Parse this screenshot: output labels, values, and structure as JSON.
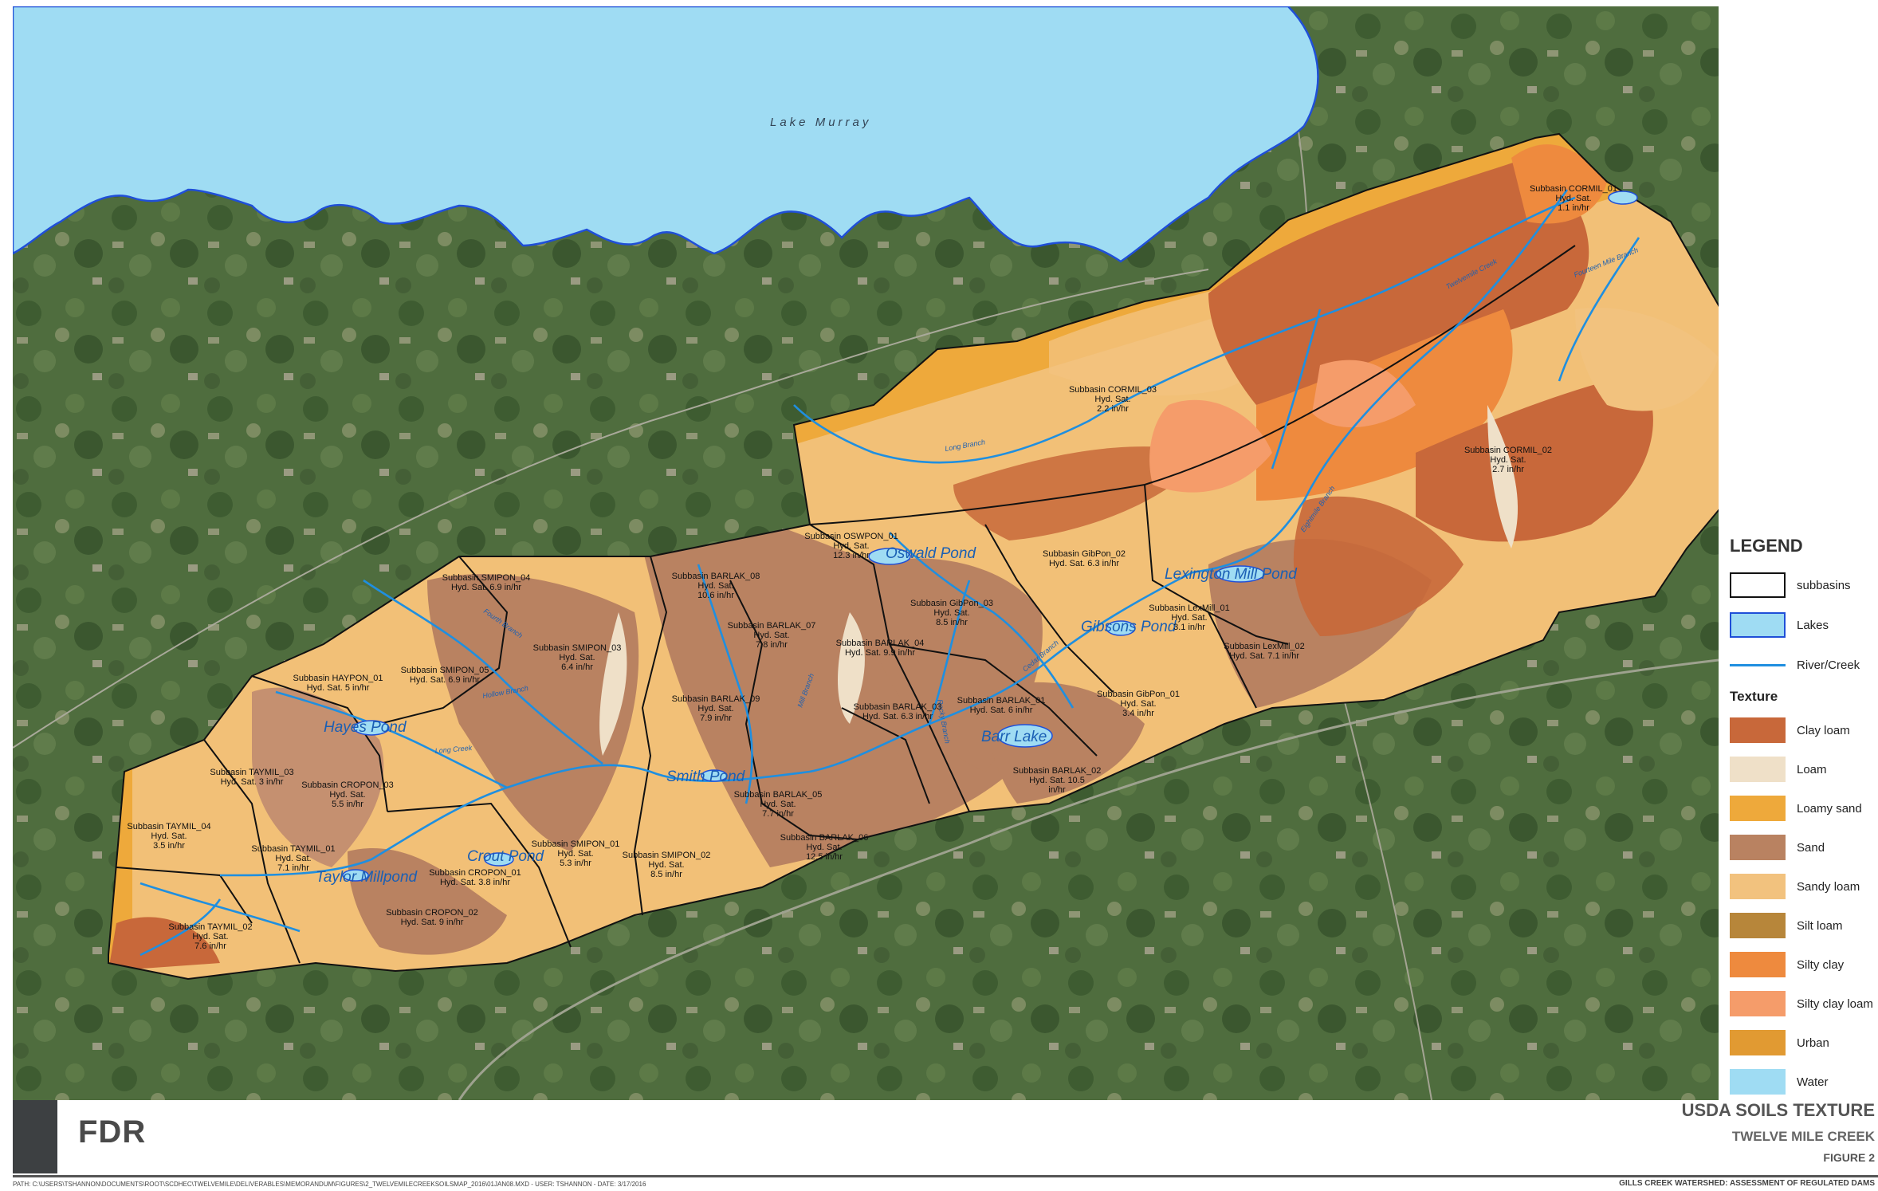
{
  "title_block": {
    "title": "USDA SOILS TEXTURE",
    "subtitle": "TWELVE MILE CREEK",
    "figure_number": "FIGURE 2",
    "logo_text": "FDR",
    "project": "GILLS CREEK WATERSHED: ASSESSMENT OF REGULATED DAMS",
    "path_note": "PATH: C:\\USERS\\TSHANNON\\DOCUMENTS\\ROOT\\SCDHEC\\TWELVEMILE\\DELIVERABLES\\MEMORANDUM\\FIGURES\\2_TWELVEMILECREEKSOILSMAP_2016\\01JAN08.MXD - USER: TSHANNON - DATE: 3/17/2016"
  },
  "legend": {
    "title": "LEGEND",
    "layers": [
      {
        "label": "subbasins",
        "fill": "#ffffff",
        "stroke": "#111111"
      },
      {
        "label": "Lakes",
        "fill": "#9fdcf3",
        "stroke": "#1f4fd8"
      },
      {
        "label": "River/Creek",
        "line": "#1f8fe0"
      }
    ],
    "texture_heading": "Texture",
    "textures": [
      {
        "label": "Clay loam",
        "color": "#c8683a"
      },
      {
        "label": "Loam",
        "color": "#efe0c8"
      },
      {
        "label": "Loamy sand",
        "color": "#eea93b"
      },
      {
        "label": "Sand",
        "color": "#b98261"
      },
      {
        "label": "Sandy loam",
        "color": "#f2c27e"
      },
      {
        "label": "Silt loam",
        "color": "#b7863a"
      },
      {
        "label": "Silty clay",
        "color": "#ee8a3e"
      },
      {
        "label": "Silty clay loam",
        "color": "#f59c6a"
      },
      {
        "label": "Urban",
        "color": "#e19a32"
      },
      {
        "label": "Water",
        "color": "#9fdcf3"
      }
    ]
  },
  "water_labels": {
    "lake_murray": "Lake Murray",
    "oswald": "Oswald Pond",
    "lexington_mill": "Lexington Mill Pond",
    "gibsons": "Gibsons Pond",
    "hayes": "Hayes Pond",
    "barr": "Barr Lake",
    "smith": "Smith Pond",
    "crout": "Crout Pond",
    "taylor": "Taylor Millpond"
  },
  "stream_labels": {
    "twelve_mile_creek": "Twelvemile Creek",
    "fourteen_mile": "Fourteen Mile Branch",
    "long_branch": "Long Branch",
    "eightmile": "Eightmile Branch",
    "fourth": "Fourth Branch",
    "hollow": "Hollow Branch",
    "cedar": "Cedar Branch",
    "rocky": "Rocky Branch",
    "mill": "Mill Branch",
    "long_creek": "Long Creek"
  },
  "subbasins": [
    {
      "id": "cormil01",
      "name": "Subbasin CORMIL_01",
      "hyd": "Hyd. Sat.",
      "rate": "1.1 in/hr"
    },
    {
      "id": "cormil03",
      "name": "Subbasin CORMIL_03",
      "hyd": "Hyd. Sat.",
      "rate": "2.2 in/hr"
    },
    {
      "id": "cormil02",
      "name": "Subbasin CORMIL_02",
      "hyd": "Hyd. Sat.",
      "rate": "2.7 in/hr"
    },
    {
      "id": "oswpon01",
      "name": "Subbasin OSWPON_01",
      "hyd": "Hyd. Sat.",
      "rate": "12.3 in/hr"
    },
    {
      "id": "gibpon02",
      "name": "Subbasin GibPon_02",
      "hyd": "Hyd. Sat. 6.3 in/hr",
      "rate": ""
    },
    {
      "id": "smipon04",
      "name": "Subbasin SMIPON_04",
      "hyd": "Hyd. Sat. 6.9 in/hr",
      "rate": ""
    },
    {
      "id": "barlak08",
      "name": "Subbasin BARLAK_08",
      "hyd": "Hyd. Sat.",
      "rate": "10.6 in/hr"
    },
    {
      "id": "gibpon03",
      "name": "Subbasin GibPon_03",
      "hyd": "Hyd. Sat.",
      "rate": "8.5 in/hr"
    },
    {
      "id": "lexmil01",
      "name": "Subbasin LexMill_01",
      "hyd": "Hyd. Sat.",
      "rate": "3.1 in/hr"
    },
    {
      "id": "lexmil02",
      "name": "Subbasin LexMill_02",
      "hyd": "Hyd. Sat. 7.1 in/hr",
      "rate": ""
    },
    {
      "id": "barlak07",
      "name": "Subbasin BARLAK_07",
      "hyd": "Hyd. Sat.",
      "rate": "7.8 in/hr"
    },
    {
      "id": "barlak04",
      "name": "Subbasin BARLAK_04",
      "hyd": "Hyd. Sat. 9.9 in/hr",
      "rate": ""
    },
    {
      "id": "smipon03",
      "name": "Subbasin SMIPON_03",
      "hyd": "Hyd. Sat.",
      "rate": "6.4 in/hr"
    },
    {
      "id": "smipon05",
      "name": "Subbasin SMIPON_05",
      "hyd": "Hyd. Sat. 6.9 in/hr",
      "rate": ""
    },
    {
      "id": "haypon01",
      "name": "Subbasin HAYPON_01",
      "hyd": "Hyd. Sat. 5 in/hr",
      "rate": ""
    },
    {
      "id": "barlak09",
      "name": "Subbasin BARLAK_09",
      "hyd": "Hyd. Sat.",
      "rate": "7.9 in/hr"
    },
    {
      "id": "barlak03",
      "name": "Subbasin BARLAK_03",
      "hyd": "Hyd. Sat. 6.3 in/hr",
      "rate": ""
    },
    {
      "id": "barlak01",
      "name": "Subbasin BARLAK_01",
      "hyd": "Hyd. Sat. 6 in/hr",
      "rate": ""
    },
    {
      "id": "gibpon01",
      "name": "Subbasin GibPon_01",
      "hyd": "Hyd. Sat.",
      "rate": "3.4 in/hr"
    },
    {
      "id": "taymil03",
      "name": "Subbasin TAYMIL_03",
      "hyd": "Hyd. Sat. 3 in/hr",
      "rate": ""
    },
    {
      "id": "cropon03",
      "name": "Subbasin CROPON_03",
      "hyd": "Hyd. Sat.",
      "rate": "5.5 in/hr"
    },
    {
      "id": "barlak02",
      "name": "Subbasin BARLAK_02",
      "hyd": "Hyd. Sat. 10.5",
      "rate": "in/hr"
    },
    {
      "id": "barlak05",
      "name": "Subbasin BARLAK_05",
      "hyd": "Hyd. Sat.",
      "rate": "7.7 in/hr"
    },
    {
      "id": "taymil04",
      "name": "Subbasin TAYMIL_04",
      "hyd": "Hyd. Sat.",
      "rate": "3.5 in/hr"
    },
    {
      "id": "taymil01",
      "name": "Subbasin TAYMIL_01",
      "hyd": "Hyd. Sat.",
      "rate": "7.1 in/hr"
    },
    {
      "id": "smipon01",
      "name": "Subbasin SMIPON_01",
      "hyd": "Hyd. Sat.",
      "rate": "5.3 in/hr"
    },
    {
      "id": "smipon02",
      "name": "Subbasin SMIPON_02",
      "hyd": "Hyd. Sat.",
      "rate": "8.5 in/hr"
    },
    {
      "id": "barlak06",
      "name": "Subbasin BARLAK_06",
      "hyd": "Hyd. Sat.",
      "rate": "12.5 in/hr"
    },
    {
      "id": "cropon01",
      "name": "Subbasin CROPON_01",
      "hyd": "Hyd. Sat. 3.8 in/hr",
      "rate": ""
    },
    {
      "id": "cropon02",
      "name": "Subbasin CROPON_02",
      "hyd": "Hyd. Sat. 9 in/hr",
      "rate": ""
    },
    {
      "id": "taymil02",
      "name": "Subbasin TAYMIL_02",
      "hyd": "Hyd. Sat.",
      "rate": "7.6 in/hr"
    }
  ]
}
